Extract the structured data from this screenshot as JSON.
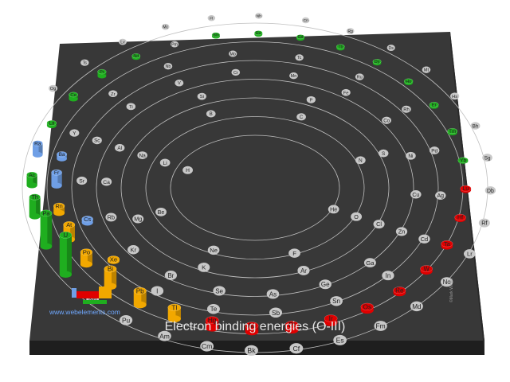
{
  "title": "Electron binding energies (O-III)",
  "website": "www.webelements.com",
  "copyright": "©Mark Winter",
  "colors": {
    "background": "#ffffff",
    "board_top": "#383838",
    "board_side": "#1e1e1e",
    "ring": "#bfbfbf",
    "element_base": "#c8c8c8",
    "s_block": "#6f9fe6",
    "p_block": "#f2a800",
    "d_block": "#e00000",
    "f_block": "#1fae1f",
    "title_text": "#e6e6e6",
    "website_text": "#6fa8ff"
  },
  "chart_data": {
    "type": "bar",
    "layout": "spiral periodic table",
    "title": "Electron binding energies (O-III)",
    "ring_count": 7,
    "elements": [
      {
        "symbol": "H",
        "block": "s",
        "value": 0
      },
      {
        "symbol": "He",
        "block": "s",
        "value": 0
      },
      {
        "symbol": "Li",
        "block": "s",
        "value": 0
      },
      {
        "symbol": "Be",
        "block": "s",
        "value": 0
      },
      {
        "symbol": "Ne",
        "block": "p",
        "value": 0
      },
      {
        "symbol": "F",
        "block": "p",
        "value": 0
      },
      {
        "symbol": "O",
        "block": "p",
        "value": 0
      },
      {
        "symbol": "N",
        "block": "p",
        "value": 0
      },
      {
        "symbol": "C",
        "block": "p",
        "value": 0
      },
      {
        "symbol": "B",
        "block": "p",
        "value": 0
      },
      {
        "symbol": "Na",
        "block": "s",
        "value": 0
      },
      {
        "symbol": "Mg",
        "block": "s",
        "value": 0
      },
      {
        "symbol": "K",
        "block": "s",
        "value": 0
      },
      {
        "symbol": "Ar",
        "block": "p",
        "value": 0
      },
      {
        "symbol": "Cl",
        "block": "p",
        "value": 0
      },
      {
        "symbol": "S",
        "block": "p",
        "value": 0
      },
      {
        "symbol": "P",
        "block": "p",
        "value": 0
      },
      {
        "symbol": "Si",
        "block": "p",
        "value": 0
      },
      {
        "symbol": "Al",
        "block": "p",
        "value": 0
      },
      {
        "symbol": "Ca",
        "block": "s",
        "value": 0
      },
      {
        "symbol": "Rb",
        "block": "s",
        "value": 0
      },
      {
        "symbol": "Kr",
        "block": "p",
        "value": 0
      },
      {
        "symbol": "Br",
        "block": "p",
        "value": 0
      },
      {
        "symbol": "Se",
        "block": "p",
        "value": 0
      },
      {
        "symbol": "As",
        "block": "p",
        "value": 0
      },
      {
        "symbol": "Ge",
        "block": "p",
        "value": 0
      },
      {
        "symbol": "Ga",
        "block": "p",
        "value": 0
      },
      {
        "symbol": "Zn",
        "block": "d",
        "value": 0
      },
      {
        "symbol": "Cu",
        "block": "d",
        "value": 0
      },
      {
        "symbol": "Ni",
        "block": "d",
        "value": 0
      },
      {
        "symbol": "Co",
        "block": "d",
        "value": 0
      },
      {
        "symbol": "Fe",
        "block": "d",
        "value": 0
      },
      {
        "symbol": "Mn",
        "block": "d",
        "value": 0
      },
      {
        "symbol": "Cr",
        "block": "d",
        "value": 0
      },
      {
        "symbol": "V",
        "block": "d",
        "value": 0
      },
      {
        "symbol": "Ti",
        "block": "d",
        "value": 0
      },
      {
        "symbol": "Sc",
        "block": "d",
        "value": 0
      },
      {
        "symbol": "Sr",
        "block": "s",
        "value": 0
      },
      {
        "symbol": "Cs",
        "block": "s",
        "value": 4
      },
      {
        "symbol": "Xe",
        "block": "p",
        "value": 2
      },
      {
        "symbol": "I",
        "block": "p",
        "value": 0
      },
      {
        "symbol": "Te",
        "block": "p",
        "value": 0
      },
      {
        "symbol": "Sb",
        "block": "p",
        "value": 0
      },
      {
        "symbol": "Sn",
        "block": "p",
        "value": 0
      },
      {
        "symbol": "In",
        "block": "p",
        "value": 0
      },
      {
        "symbol": "Cd",
        "block": "d",
        "value": 0
      },
      {
        "symbol": "Ag",
        "block": "d",
        "value": 0
      },
      {
        "symbol": "Pd",
        "block": "d",
        "value": 0
      },
      {
        "symbol": "Rh",
        "block": "d",
        "value": 0
      },
      {
        "symbol": "Ru",
        "block": "d",
        "value": 0
      },
      {
        "symbol": "Tc",
        "block": "d",
        "value": 0
      },
      {
        "symbol": "Mo",
        "block": "d",
        "value": 0
      },
      {
        "symbol": "Nb",
        "block": "d",
        "value": 0
      },
      {
        "symbol": "Zr",
        "block": "d",
        "value": 0
      },
      {
        "symbol": "Y",
        "block": "d",
        "value": 0
      },
      {
        "symbol": "Ba",
        "block": "s",
        "value": 5
      },
      {
        "symbol": "Fr",
        "block": "s",
        "value": 15
      },
      {
        "symbol": "Rn",
        "block": "p",
        "value": 8
      },
      {
        "symbol": "At",
        "block": "p",
        "value": 17
      },
      {
        "symbol": "Po",
        "block": "p",
        "value": 14
      },
      {
        "symbol": "Bi",
        "block": "p",
        "value": 20
      },
      {
        "symbol": "Pb",
        "block": "p",
        "value": 16
      },
      {
        "symbol": "Tl",
        "block": "p",
        "value": 13
      },
      {
        "symbol": "Hg",
        "block": "d",
        "value": 9
      },
      {
        "symbol": "Au",
        "block": "d",
        "value": 7
      },
      {
        "symbol": "Pt",
        "block": "d",
        "value": 6
      },
      {
        "symbol": "Ir",
        "block": "d",
        "value": 5
      },
      {
        "symbol": "Os",
        "block": "d",
        "value": 4
      },
      {
        "symbol": "Re",
        "block": "d",
        "value": 3
      },
      {
        "symbol": "W",
        "block": "d",
        "value": 3
      },
      {
        "symbol": "Ta",
        "block": "d",
        "value": 3
      },
      {
        "symbol": "Hf",
        "block": "d",
        "value": 2
      },
      {
        "symbol": "Lu",
        "block": "d",
        "value": 2
      },
      {
        "symbol": "Yb",
        "block": "f",
        "value": 1
      },
      {
        "symbol": "Tm",
        "block": "f",
        "value": 2
      },
      {
        "symbol": "Er",
        "block": "f",
        "value": 2
      },
      {
        "symbol": "Ho",
        "block": "f",
        "value": 2
      },
      {
        "symbol": "Dy",
        "block": "f",
        "value": 2
      },
      {
        "symbol": "Tb",
        "block": "f",
        "value": 2
      },
      {
        "symbol": "Gd",
        "block": "f",
        "value": 2
      },
      {
        "symbol": "Eu",
        "block": "f",
        "value": 2
      },
      {
        "symbol": "Sm",
        "block": "f",
        "value": 2
      },
      {
        "symbol": "Pm",
        "block": "f",
        "value": 0
      },
      {
        "symbol": "Nd",
        "block": "f",
        "value": 2
      },
      {
        "symbol": "Pr",
        "block": "f",
        "value": 5
      },
      {
        "symbol": "Ce",
        "block": "f",
        "value": 5
      },
      {
        "symbol": "La",
        "block": "f",
        "value": 3
      },
      {
        "symbol": "Ra",
        "block": "s",
        "value": 13
      },
      {
        "symbol": "Ac",
        "block": "f",
        "value": 12
      },
      {
        "symbol": "Th",
        "block": "f",
        "value": 22
      },
      {
        "symbol": "Pa",
        "block": "f",
        "value": 38
      },
      {
        "symbol": "U",
        "block": "f",
        "value": 45
      },
      {
        "symbol": "Np",
        "block": "f",
        "value": 0
      },
      {
        "symbol": "Pu",
        "block": "f",
        "value": 0
      },
      {
        "symbol": "Am",
        "block": "f",
        "value": 0
      },
      {
        "symbol": "Cm",
        "block": "f",
        "value": 0
      },
      {
        "symbol": "Bk",
        "block": "f",
        "value": 0
      },
      {
        "symbol": "Cf",
        "block": "f",
        "value": 0
      },
      {
        "symbol": "Es",
        "block": "f",
        "value": 0
      },
      {
        "symbol": "Fm",
        "block": "f",
        "value": 0
      },
      {
        "symbol": "Md",
        "block": "f",
        "value": 0
      },
      {
        "symbol": "No",
        "block": "f",
        "value": 0
      },
      {
        "symbol": "Lr",
        "block": "d",
        "value": 0
      },
      {
        "symbol": "Rf",
        "block": "d",
        "value": 0
      },
      {
        "symbol": "Db",
        "block": "d",
        "value": 0
      },
      {
        "symbol": "Sg",
        "block": "d",
        "value": 0
      },
      {
        "symbol": "Bh",
        "block": "d",
        "value": 0
      },
      {
        "symbol": "Hs",
        "block": "d",
        "value": 0
      },
      {
        "symbol": "Mt",
        "block": "d",
        "value": 0
      },
      {
        "symbol": "Ds",
        "block": "d",
        "value": 0
      },
      {
        "symbol": "Rg",
        "block": "d",
        "value": 0
      },
      {
        "symbol": "Cn",
        "block": "d",
        "value": 0
      },
      {
        "symbol": "Nh",
        "block": "p",
        "value": 0
      },
      {
        "symbol": "Fl",
        "block": "p",
        "value": 0
      },
      {
        "symbol": "Mc",
        "block": "p",
        "value": 0
      },
      {
        "symbol": "Lv",
        "block": "p",
        "value": 0
      },
      {
        "symbol": "Ts",
        "block": "p",
        "value": 0
      },
      {
        "symbol": "Og",
        "block": "p",
        "value": 0
      }
    ]
  }
}
